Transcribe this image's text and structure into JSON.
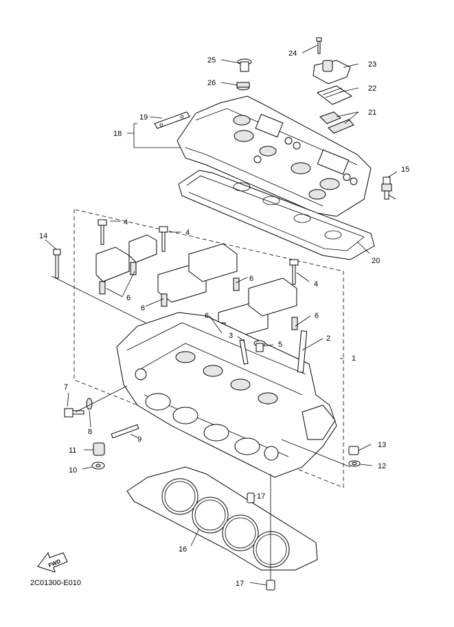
{
  "diagram": {
    "drawing_code": "2C01300-E010",
    "fwd_label": "FWD",
    "callouts": [
      {
        "id": "c1",
        "label": "1"
      },
      {
        "id": "c2",
        "label": "2"
      },
      {
        "id": "c3",
        "label": "3"
      },
      {
        "id": "c4a",
        "label": "4"
      },
      {
        "id": "c4b",
        "label": "4"
      },
      {
        "id": "c4c",
        "label": "4"
      },
      {
        "id": "c5",
        "label": "5"
      },
      {
        "id": "c6a",
        "label": "6"
      },
      {
        "id": "c6b",
        "label": "6"
      },
      {
        "id": "c6c",
        "label": "6"
      },
      {
        "id": "c6d",
        "label": "6"
      },
      {
        "id": "c6e",
        "label": "6"
      },
      {
        "id": "c7",
        "label": "7"
      },
      {
        "id": "c8",
        "label": "8"
      },
      {
        "id": "c9",
        "label": "9"
      },
      {
        "id": "c10",
        "label": "10"
      },
      {
        "id": "c11",
        "label": "11"
      },
      {
        "id": "c12",
        "label": "12"
      },
      {
        "id": "c13",
        "label": "13"
      },
      {
        "id": "c14",
        "label": "14"
      },
      {
        "id": "c15",
        "label": "15"
      },
      {
        "id": "c16",
        "label": "16"
      },
      {
        "id": "c17a",
        "label": "17"
      },
      {
        "id": "c17b",
        "label": "17"
      },
      {
        "id": "c18",
        "label": "18"
      },
      {
        "id": "c19",
        "label": "19"
      },
      {
        "id": "c20",
        "label": "20"
      },
      {
        "id": "c21",
        "label": "21"
      },
      {
        "id": "c22",
        "label": "22"
      },
      {
        "id": "c23",
        "label": "23"
      },
      {
        "id": "c24",
        "label": "24"
      },
      {
        "id": "c25",
        "label": "25"
      },
      {
        "id": "c26",
        "label": "26"
      }
    ]
  }
}
